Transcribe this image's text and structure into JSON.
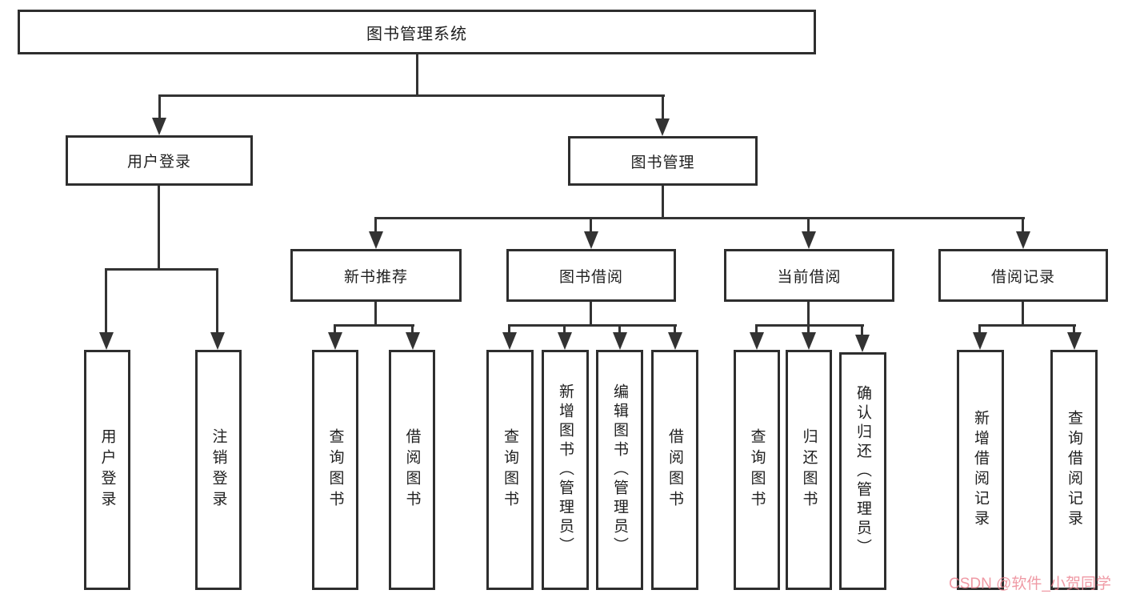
{
  "diagram": {
    "root": {
      "label": "图书管理系统"
    },
    "user_login": {
      "label": "用户登录",
      "children": [
        {
          "label": "用户登录"
        },
        {
          "label": "注销登录"
        }
      ]
    },
    "book_mgmt": {
      "label": "图书管理",
      "children": [
        {
          "label": "新书推荐",
          "children": [
            {
              "label": "查询图书"
            },
            {
              "label": "借阅图书"
            }
          ]
        },
        {
          "label": "图书借阅",
          "children": [
            {
              "label": "查询图书"
            },
            {
              "label": "新增图书（管理员）"
            },
            {
              "label": "编辑图书（管理员）"
            },
            {
              "label": "借阅图书"
            }
          ]
        },
        {
          "label": "当前借阅",
          "children": [
            {
              "label": "查询图书"
            },
            {
              "label": "归还图书"
            },
            {
              "label": "确认归还（管理员）"
            }
          ]
        },
        {
          "label": "借阅记录",
          "children": [
            {
              "label": "新增借阅记录"
            },
            {
              "label": "查询借阅记录"
            }
          ]
        }
      ]
    },
    "watermark": "CSDN @软件_小贺同学",
    "colors": {
      "line": "#333333",
      "box_border": "#2e2e2e",
      "watermark_pink": "#eb7e8c",
      "background": "#ffffff"
    }
  }
}
